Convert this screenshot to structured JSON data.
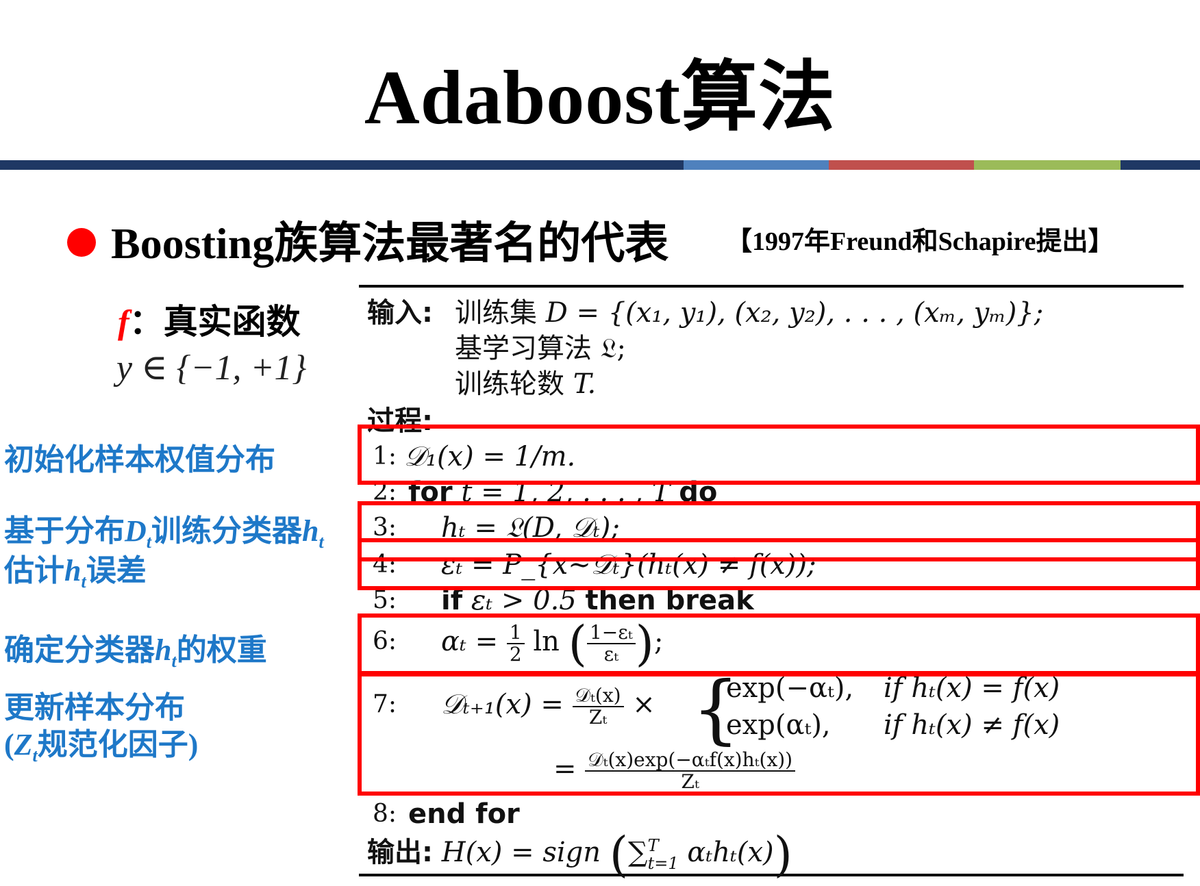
{
  "slide": {
    "title": "Adaboost算法",
    "stripe_colors": [
      "#1f3864",
      "#4f81bd",
      "#c0504d",
      "#9bbb59",
      "#1f3864"
    ],
    "bullet": "Boosting族算法最著名的代表",
    "bullet_note": "【1997年Freund和Schapire提出】"
  },
  "definitions": {
    "f_symbol": "f",
    "f_desc": "：真实函数",
    "y_def": "y ∈ {−1, +1}"
  },
  "annotations": {
    "init": "初始化样本权值分布",
    "train_pre": "基于分布",
    "train_D": "D",
    "train_sub": "t",
    "train_mid": "训练分类器",
    "train_h": "h",
    "train_h_sub": "t",
    "err_pre": "估计",
    "err_h": "h",
    "err_sub": "t",
    "err_post": "误差",
    "weight_pre": "确定分类器",
    "weight_h": "h",
    "weight_sub": "t",
    "weight_post": "的权重",
    "update": "更新样本分布",
    "norm_open": "(",
    "norm_Z": "Z",
    "norm_sub": "t",
    "norm_post": "规范化因子)"
  },
  "algorithm": {
    "input_label": "输入:",
    "input_1_cjk": "训练集",
    "input_1_math": "D = {(x₁, y₁), (x₂, y₂), . . . , (xₘ, yₘ)};",
    "input_2_cjk": "基学习算法",
    "input_2_math": "𝔏;",
    "input_3_cjk": "训练轮数",
    "input_3_math": "T.",
    "process_label": "过程:",
    "steps": [
      {
        "n": "1:",
        "text": "𝒟₁(x) = 1/m."
      },
      {
        "n": "2:",
        "kw": "for",
        "text": "t = 1, 2, . . . , T",
        "kw2": "do"
      },
      {
        "n": "3:",
        "text": "hₜ = 𝔏(D, 𝒟ₜ);"
      },
      {
        "n": "4:",
        "text": "εₜ = P_{x∼𝒟ₜ}(hₜ(x) ≠ f(x));"
      },
      {
        "n": "5:",
        "kw": "if",
        "text": "εₜ > 0.5",
        "kw2": "then break"
      },
      {
        "n": "6:",
        "lhs": "αₜ =",
        "half_num": "1",
        "half_den": "2",
        "ln": "ln",
        "frac_num": "1−εₜ",
        "frac_den": "εₜ",
        "tail": ";"
      },
      {
        "n": "7:",
        "lhs": "𝒟ₜ₊₁(x) =",
        "num": "𝒟ₜ(x)",
        "den": "Zₜ",
        "times": "×",
        "case1": "exp(−αₜ),",
        "cond1": "if hₜ(x) = f(x)",
        "case2": "exp(αₜ),",
        "cond2": "if hₜ(x) ≠ f(x)",
        "eq": "=",
        "num2": "𝒟ₜ(x)exp(−αₜf(x)hₜ(x))",
        "den2": "Zₜ"
      },
      {
        "n": "8:",
        "kw": "end for"
      }
    ],
    "output_label": "输出:",
    "output_math": "H(x) = sign",
    "output_sum": "∑",
    "output_sum_sup": "T",
    "output_sum_sub": "t=1",
    "output_tail": "αₜhₜ(x)"
  }
}
